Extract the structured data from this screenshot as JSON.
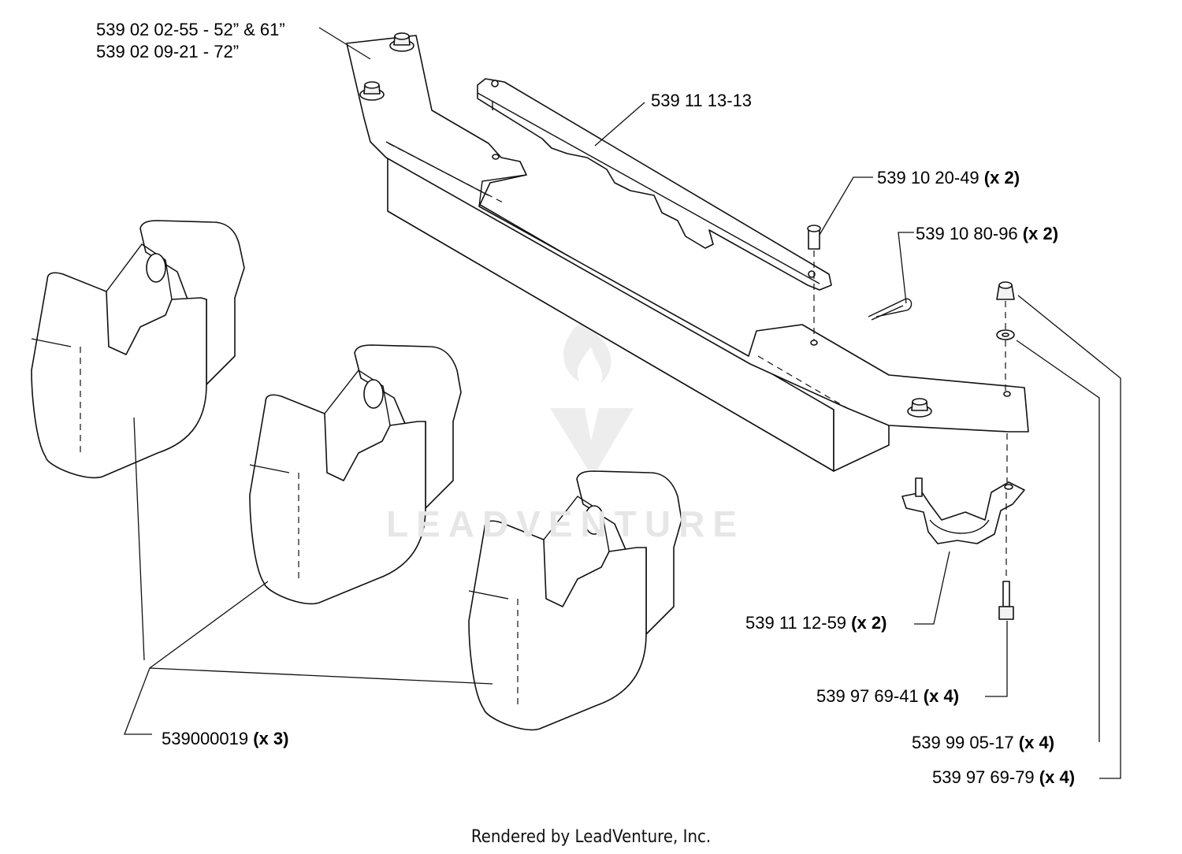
{
  "labels": {
    "bracket_52_61": "539 02 02-55 - 52” & 61”",
    "bracket_72": "539 02 09-21 - 72”",
    "bar": "539 11 13-13",
    "pin_part": "539 10 20-49",
    "pin_qty": "(x 2)",
    "clip_part": "539 10 80-96",
    "clip_qty": "(x 2)",
    "holder_part": "539 11 12-59",
    "holder_qty": "(x 2)",
    "bolt_part": "539 97 69-41",
    "bolt_qty": "(x 4)",
    "washer_part": "539 99 05-17",
    "washer_qty": "(x 4)",
    "nut_part": "539 97 69-79",
    "nut_qty": "(x 4)",
    "weight_part": "539000019",
    "weight_qty": "(x 3)"
  },
  "watermark": "LEADVENTURE",
  "footer": "Rendered by LeadVenture, Inc."
}
